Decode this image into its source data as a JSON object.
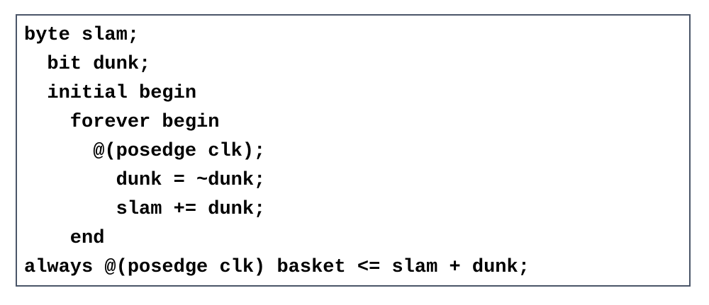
{
  "code_lines": [
    "byte slam;",
    "  bit dunk;",
    "  initial begin",
    "    forever begin",
    "      @(posedge clk);",
    "        dunk = ~dunk;",
    "        slam += dunk;",
    "    end",
    "always @(posedge clk) basket <= slam + dunk;"
  ],
  "colors": {
    "text": "#000000",
    "border": "#4a5568",
    "background": "#ffffff"
  }
}
